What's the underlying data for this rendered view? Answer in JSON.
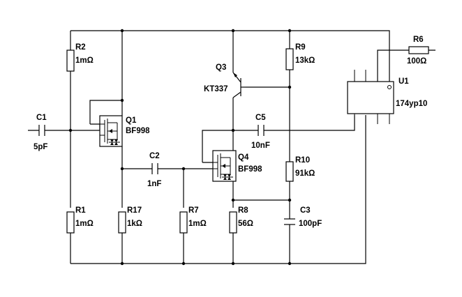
{
  "components": {
    "r2": {
      "ref": "R2",
      "value": "1mΩ"
    },
    "r1": {
      "ref": "R1",
      "value": "1mΩ"
    },
    "r17": {
      "ref": "R17",
      "value": "1kΩ"
    },
    "r7": {
      "ref": "R7",
      "value": "1mΩ"
    },
    "r8": {
      "ref": "R8",
      "value": "56Ω"
    },
    "r9": {
      "ref": "R9",
      "value": "13kΩ"
    },
    "r10": {
      "ref": "R10",
      "value": "91kΩ"
    },
    "r6": {
      "ref": "R6",
      "value": "100Ω"
    },
    "c1": {
      "ref": "C1",
      "value": "5pF"
    },
    "c2": {
      "ref": "C2",
      "value": "1nF"
    },
    "c5": {
      "ref": "C5",
      "value": "10nF"
    },
    "c3": {
      "ref": "C3",
      "value": "100pF"
    },
    "q1": {
      "ref": "Q1",
      "value": "BF998"
    },
    "q4": {
      "ref": "Q4",
      "value": "BF998"
    },
    "q3": {
      "ref": "Q3",
      "value": "KT337"
    },
    "u1": {
      "ref": "U1",
      "value": "174yp10"
    }
  }
}
